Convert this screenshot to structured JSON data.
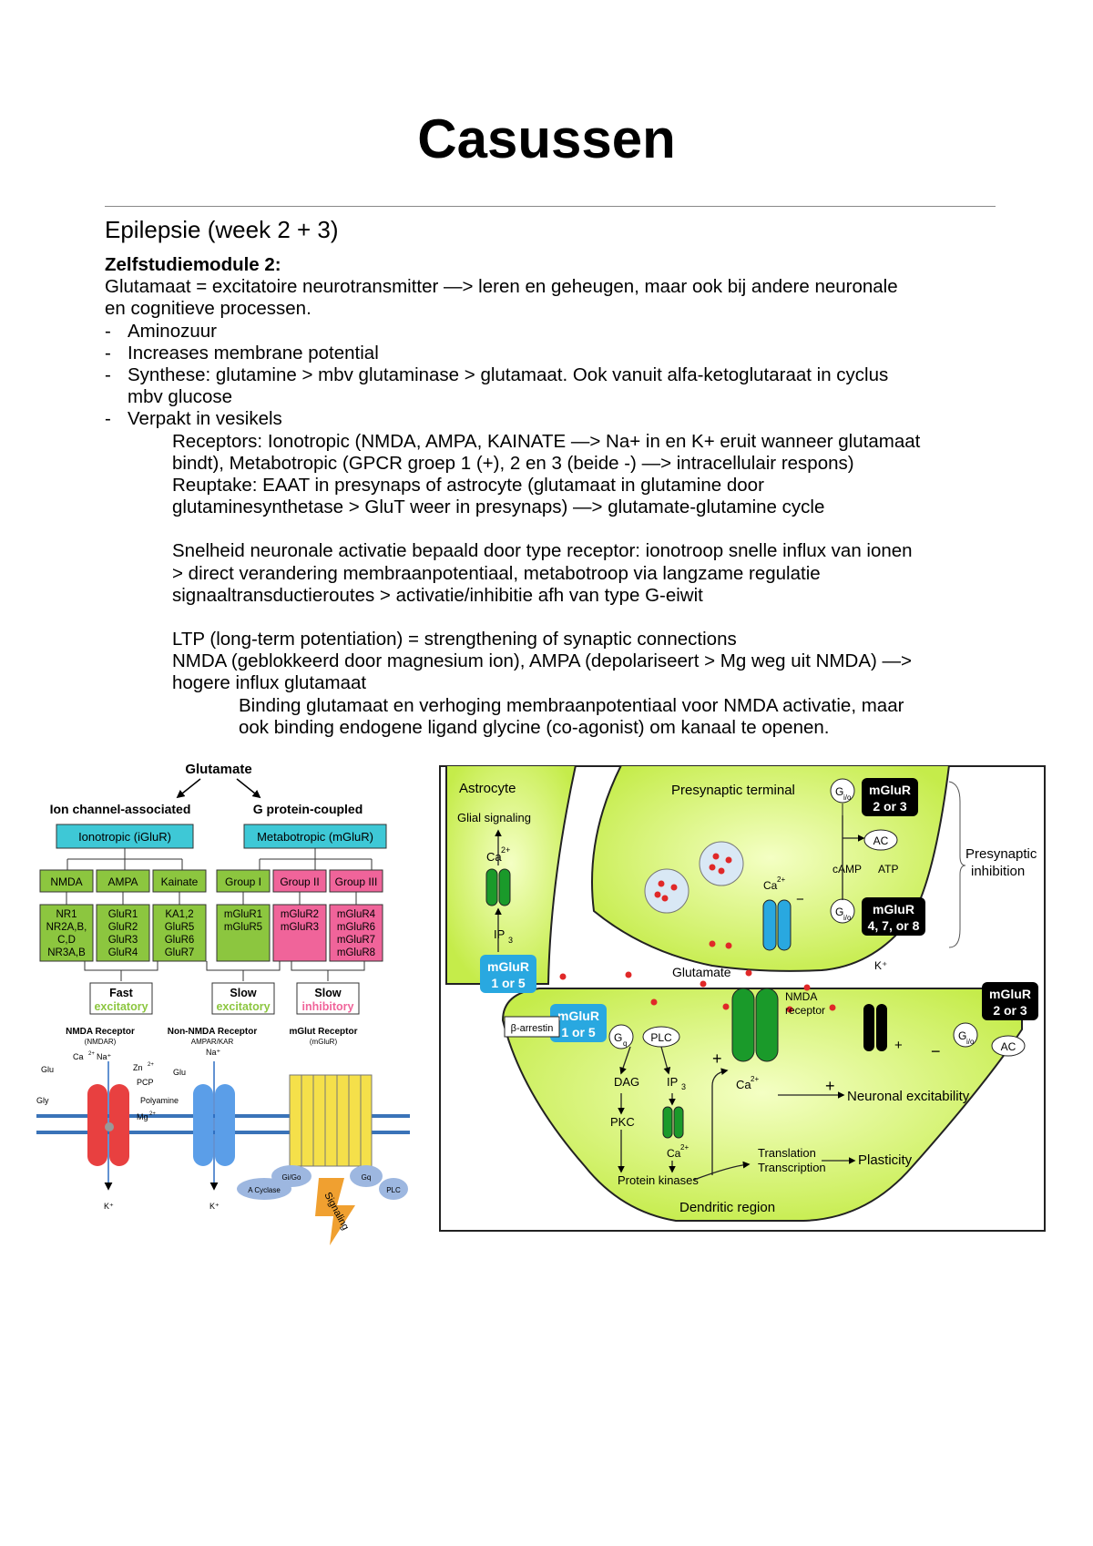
{
  "title": "Casussen",
  "section": "Epilepsie (week 2 + 3)",
  "module_heading": "Zelfstudiemodule 2:",
  "intro": [
    "Glutamaat = excitatoire neurotransmitter —> leren en geheugen, maar ook bij andere neuronale",
    "en cognitieve processen."
  ],
  "bullets": [
    [
      "Aminozuur"
    ],
    [
      "Increases membrane potential"
    ],
    [
      "Synthese: glutamine > mbv glutaminase > glutamaat. Ook vanuit alfa-ketoglutaraat in cyclus",
      "mbv glucose"
    ],
    [
      "Verpakt in vesikels"
    ]
  ],
  "sub_blocks": [
    [
      "Receptors: Ionotropic (NMDA, AMPA, KAINATE —> Na+ in en K+ eruit wanneer glutamaat",
      "bindt), Metabotropic (GPCR groep 1 (+), 2 en 3 (beide -) —> intracellulair respons)",
      "Reuptake: EAAT in presynaps of astrocyte (glutamaat in glutamine door",
      "glutaminesynthetase > GluT weer in presynaps) —> glutamate-glutamine cycle"
    ],
    [
      "Snelheid neuronale activatie bepaald door type receptor: ionotroop snelle influx van ionen",
      "> direct verandering membraanpotentiaal, metabotroop via langzame regulatie",
      "signaaltransductieroutes > activatie/inhibitie afh van type G-eiwit"
    ],
    [
      "LTP (long-term potentiation) = strengthening of synaptic connections",
      "NMDA (geblokkeerd door magnesium ion), AMPA (depolariseert > Mg weg uit NMDA) —>",
      "hogere influx glutamaat"
    ]
  ],
  "deep_block": [
    "Binding glutamaat en verhoging membraanpotentiaal voor NMDA activatie, maar",
    "ook binding endogene ligand glycine (co-agonist) om kanaal te openen."
  ],
  "figure_left": {
    "root": "Glutamate",
    "branches": [
      "Ion channel-associated",
      "G protein-coupled"
    ],
    "classes": [
      "Ionotropic (iGluR)",
      "Metabotropic (mGluR)"
    ],
    "groups": [
      "NMDA",
      "AMPA",
      "Kainate",
      "Group I",
      "Group II",
      "Group III"
    ],
    "subunits": [
      [
        "NR1",
        "NR2A,B,",
        "C,D",
        "NR3A,B"
      ],
      [
        "GluR1",
        "GluR2",
        "GluR3",
        "GluR4"
      ],
      [
        "KA1,2",
        "GluR5",
        "GluR6",
        "GluR7"
      ],
      [
        "mGluR1",
        "mGluR5"
      ],
      [
        "mGluR2",
        "mGluR3"
      ],
      [
        "mGluR4",
        "mGluR6",
        "mGluR7",
        "mGluR8"
      ]
    ],
    "speeds": [
      {
        "speed": "Fast",
        "type": "excitatory"
      },
      {
        "speed": "Slow",
        "type": "excitatory"
      },
      {
        "speed": "Slow",
        "type": "inhibitory"
      }
    ],
    "receptor_titles": [
      {
        "name": "NMDA Receptor",
        "sub": "(NMDAR)"
      },
      {
        "name": "Non-NMDA Receptor",
        "sub": "AMPAR/KAR"
      },
      {
        "name": "mGlut Receptor",
        "sub": "(mGluR)"
      }
    ],
    "labels": {
      "ca": "Ca",
      "na": "Na⁺",
      "zn": "Zn",
      "glu": "Glu",
      "pcp": "PCP",
      "gly": "Gly",
      "polyamine": "Polyamine",
      "mg": "Mg",
      "k": "K⁺",
      "sup2": "2+",
      "gi": "Gi/Go",
      "gq": "Gq",
      "acyclase": "A Cyclase",
      "plc": "PLC",
      "signaling": "Signaling"
    },
    "colors": {
      "cyan": "#3ec8d6",
      "green": "#8cc63f",
      "pink": "#f0649a",
      "red": "#e84040",
      "blue": "#2e6fc4"
    }
  },
  "figure_right": {
    "astrocyte": "Astrocyte",
    "glial": "Glial signaling",
    "ca": "Ca",
    "sup2": "2+",
    "ip": "IP",
    "ip_sub": "3",
    "presynaptic": "Presynaptic terminal",
    "presyn_inhib": [
      "Presynaptic",
      "inhibition"
    ],
    "mglur_23": [
      "mGluR",
      "2 or 3"
    ],
    "mglur_478": [
      "mGluR",
      "4, 7, or 8"
    ],
    "mglur_15": [
      "mGluR",
      "1 or 5"
    ],
    "gi": "G",
    "gi_sub": "i/o",
    "gq": "G",
    "gq_sub": "q",
    "ac": "AC",
    "camp": "cAMP",
    "atp": "ATP",
    "glutamate": "Glutamate",
    "nmda": [
      "NMDA",
      "receptor"
    ],
    "k": "K⁺",
    "barrestin": "β-arrestin",
    "plc": "PLC",
    "dag": "DAG",
    "pkc": "PKC",
    "protein_kinases": "Protein kinases",
    "translation": [
      "Translation",
      "Transcription"
    ],
    "plasticity": "Plasticity",
    "excitability": "Neuronal excitability",
    "dendritic": "Dendritic region",
    "plus": "+",
    "minus": "−"
  }
}
